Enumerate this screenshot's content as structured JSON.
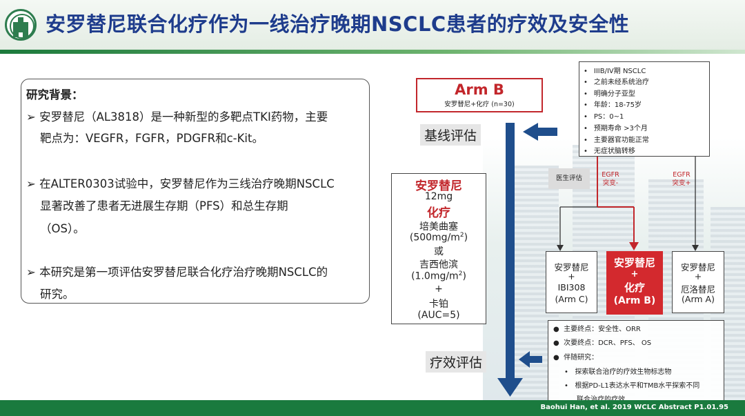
{
  "header": {
    "title": "安罗替尼联合化疗作为一线治疗晚期NSCLC患者的疗效及安全性"
  },
  "background": {
    "heading": "研究背景：",
    "lines": [
      "➢  安罗替尼（AL3818）是一种新型的多靶点TKI药物，主要",
      "靶点为：VEGFR，FGFR，PDGFR和c-Kit。",
      "➢ 在ALTER0303试验中，安罗替尼作为三线治疗晚期NSCLC",
      "显著改善了患者无进展生存期（PFS）和总生存期",
      "（OS）。",
      "➢  本研究是第一项评估安罗替尼联合化疗治疗晚期NSCLC的",
      "研究。"
    ]
  },
  "arm_b": {
    "title": "Arm B",
    "subtitle": "安罗替尼+化疗 (n=30)"
  },
  "labels": {
    "baseline": "基线评估",
    "efficacy": "疗效评估"
  },
  "criteria": [
    "IIIB/IV期 NSCLC",
    "之前未经系统治疗",
    "明确分子亚型",
    "年龄：18-75岁",
    "PS：0~1",
    "预期寿命 >3个月",
    "主要器官功能正常",
    "无症状脑转移"
  ],
  "regimen": {
    "drug": "安罗替尼",
    "dose": "12mg",
    "chemo": "化疗",
    "line1": "培美曲塞",
    "line2": "(500mg/m",
    "sup": "2",
    "line2_end": ")",
    "or": "或",
    "line3": "吉西他滨",
    "line4": "(1.0mg/m",
    "line4_end": ")",
    "plus": "+",
    "line5": "卡铂",
    "line6": "(AUC=5)"
  },
  "doctor_eval": "医生评估",
  "egfr_neg": [
    "EGFR",
    "突变-"
  ],
  "egfr_pos": [
    "EGFR",
    "突变+"
  ],
  "arms": {
    "c": [
      "安罗替尼",
      "+",
      "IBI308",
      "(Arm C)"
    ],
    "b": [
      "安罗替尼",
      "+",
      "化疗",
      "(Arm B)"
    ],
    "a": [
      "安罗替尼",
      "+",
      "厄洛替尼",
      "(Arm A)"
    ]
  },
  "endpoints": {
    "primary": "主要终点：安全性、ORR",
    "secondary": "次要终点：DCR、PFS、 OS",
    "companion": "伴随研究：",
    "sub1": "探索联合治疗的疗效生物标志物",
    "sub2": "根据PD-L1表达水平和TMB水平探索不同",
    "sub3": "联合治疗的疗效"
  },
  "footer": {
    "citation": "Baohui Han, et al. 2019 WCLC Abstract P1.01.95"
  },
  "colors": {
    "title_blue": "#1e3c8c",
    "accent_red": "#c2262b",
    "arrow_blue": "#1f4e8c",
    "footer_green": "#1a7a3e"
  }
}
